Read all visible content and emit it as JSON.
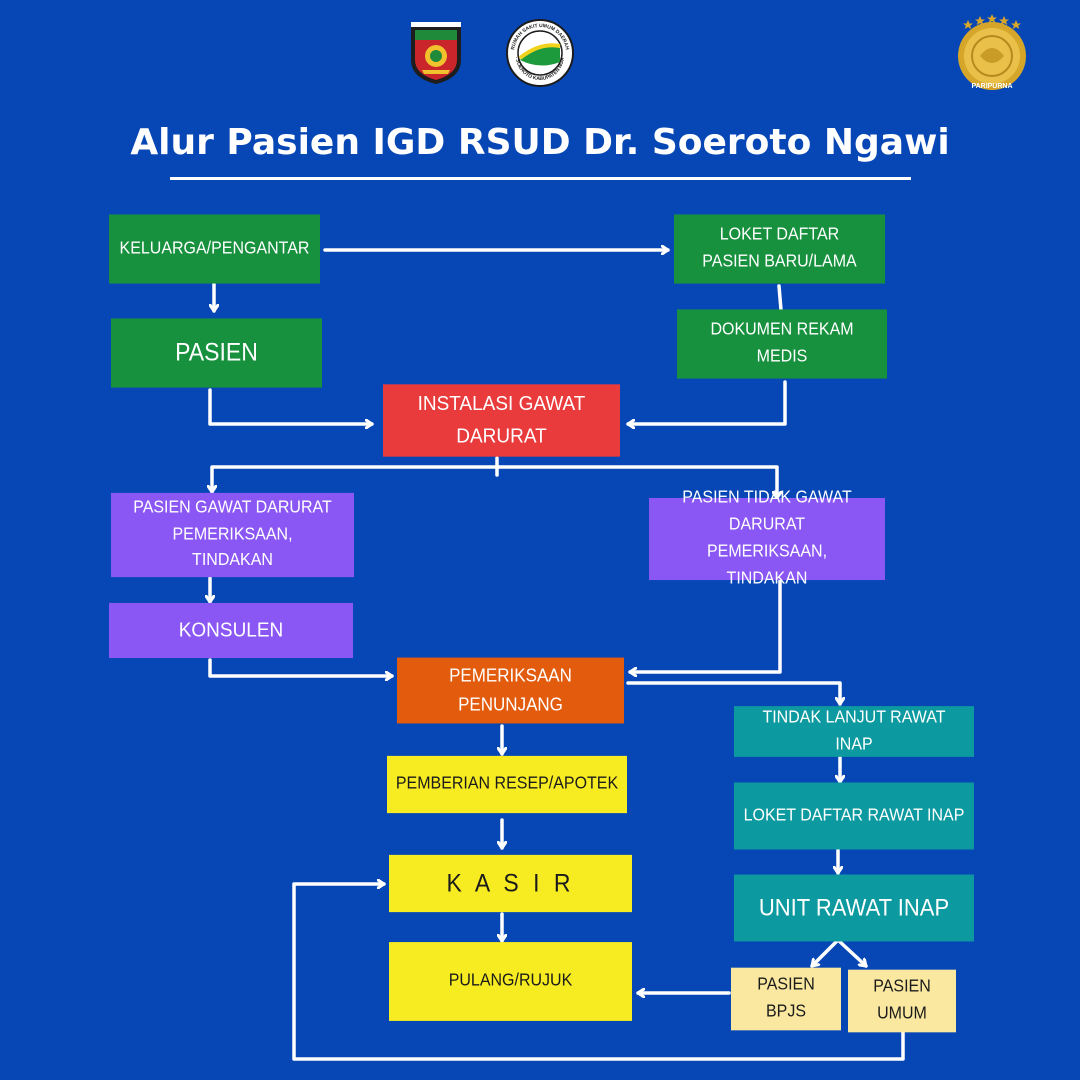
{
  "title": "Alur Pasien IGD RSUD Dr. Soeroto Ngawi",
  "logos": {
    "left_icon": "regency-crest-icon",
    "center_icon": "hospital-seal-icon",
    "center_text_top": "RUMAH SAKIT UMUM DAERAH",
    "center_text_bottom": "dr. SOEROTO KABUPATEN NGAWI",
    "right_icon": "paripurna-accreditation-icon",
    "right_label": "PARIPURNA"
  },
  "nodes": {
    "keluarga": "Keluarga/Pengantar",
    "loket_daftar": "Loket Daftar Pasien Baru/Lama",
    "pasien": "Pasien",
    "rekam_medis": "Dokumen Rekam Medis",
    "igd": "Instalasi Gawat Darurat",
    "gawat_darurat": "Pasien Gawat Darurat Pemeriksaan, Tindakan",
    "tidak_gawat": "Pasien Tidak Gawat Darurat Pemeriksaan, Tindakan",
    "konsulen": "Konsulen",
    "penunjang": "Pemeriksaan Penunjang",
    "tindak_lanjut": "Tindak Lanjut Rawat Inap",
    "resep": "Pemberian Resep/Apotek",
    "loket_rawat_inap": "Loket Daftar Rawat Inap",
    "kasir": "K A S I R",
    "unit_rawat_inap": "Unit Rawat Inap",
    "pulang": "Pulang/Rujuk",
    "pasien_bpjs": "Pasien BPJS",
    "pasien_umum": "Pasien Umum"
  },
  "colors": {
    "background": "#0747b5",
    "green": "#17913e",
    "red": "#e93a3c",
    "purple": "#8b57f4",
    "orange": "#e35b0c",
    "yellow": "#f7ec22",
    "teal": "#0c9aa0",
    "cream": "#fbe8a0",
    "connector": "#ffffff"
  }
}
